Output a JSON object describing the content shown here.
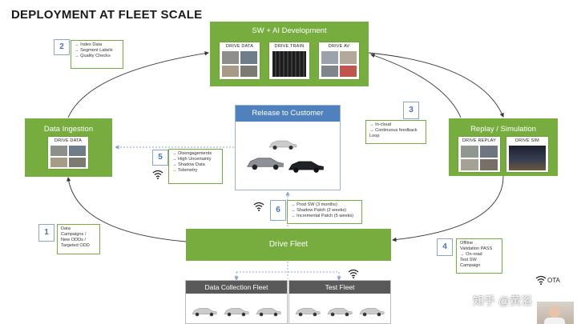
{
  "title": "DEPLOYMENT AT FLEET SCALE",
  "sw_ai": {
    "title": "SW + AI Development",
    "cards": [
      {
        "label": "DRIVE DATA"
      },
      {
        "label": "DRIVE TRAIN"
      },
      {
        "label": "DRIVE AV"
      }
    ]
  },
  "ingestion": {
    "title": "Data Ingestion",
    "card": "DRIVE DATA"
  },
  "replay": {
    "title": "Replay / Simulation",
    "cards": [
      {
        "label": "DRIVE REPLAY"
      },
      {
        "label": "DRIVE SIM"
      }
    ]
  },
  "release": {
    "title": "Release to Customer"
  },
  "drive_fleet": {
    "title": "Drive Fleet"
  },
  "data_collection_fleet": {
    "title": "Data Collection Fleet"
  },
  "test_fleet": {
    "title": "Test Fleet"
  },
  "steps": [
    {
      "num": "1",
      "lines": [
        "Data",
        "Campaigns /",
        "New ODDs /",
        "Targeted ODD"
      ]
    },
    {
      "num": "2",
      "lines": [
        "→ Index Data",
        "→ Segment Labels",
        "→ Quality Checks"
      ]
    },
    {
      "num": "3",
      "lines": [
        "→ In-cloud",
        "→ Continuous feedback",
        "Loop"
      ]
    },
    {
      "num": "4",
      "lines": [
        "Offline",
        "Validation PASS",
        "→ On-road",
        "Test SW",
        "Campaign"
      ]
    },
    {
      "num": "5",
      "lines": [
        "→ Disengagements",
        "→ High Uncertainty",
        "→ Shadow Data",
        "→ Telemetry"
      ]
    },
    {
      "num": "6",
      "lines": [
        "→ Prod SW (3 months)",
        "→ Shadow Patch (2 weeks)",
        "→ Incremental Patch (5 weeks)"
      ]
    }
  ],
  "ota_label": "OTA",
  "watermark": "知乎 @黄浴",
  "colors": {
    "green": "#77ad3e",
    "blue": "#4f81bd",
    "grey": "#595959",
    "arrow": "#333333"
  }
}
